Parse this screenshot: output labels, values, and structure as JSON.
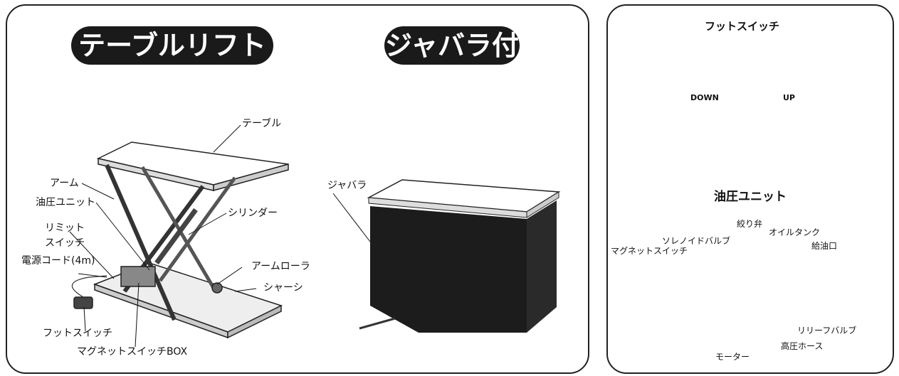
{
  "left_panel": {
    "title_table_lift": "テーブルリフト",
    "title_bellows": "ジャバラ付",
    "labels": {
      "table": "テーブル",
      "arm": "アーム",
      "hydraulic_unit": "油圧ユニット",
      "limit_switch_1": "リミット",
      "limit_switch_2": "スイッチ",
      "power_cord": "電源コード(4m)",
      "cylinder": "シリンダー",
      "arm_roller": "アームローラ",
      "chassis": "シャーシ",
      "foot_switch": "フットスイッチ",
      "magnet_switch_box": "マグネットスイッチBOX",
      "bellows": "ジャバラ"
    }
  },
  "right_panel": {
    "foot_switch_title": "フットスイッチ",
    "down_label": "DOWN",
    "up_label": "UP",
    "hydraulic_unit_title": "油圧ユニット",
    "labels": {
      "throttle_valve": "絞り弁",
      "oil_tank": "オイルタンク",
      "solenoid_valve": "ソレノイドバルブ",
      "oil_inlet": "給油口",
      "magnet_switch": "マグネットスイッチ",
      "relief_valve": "リリーフバルブ",
      "high_pressure_hose": "高圧ホース",
      "motor": "モーター"
    }
  }
}
